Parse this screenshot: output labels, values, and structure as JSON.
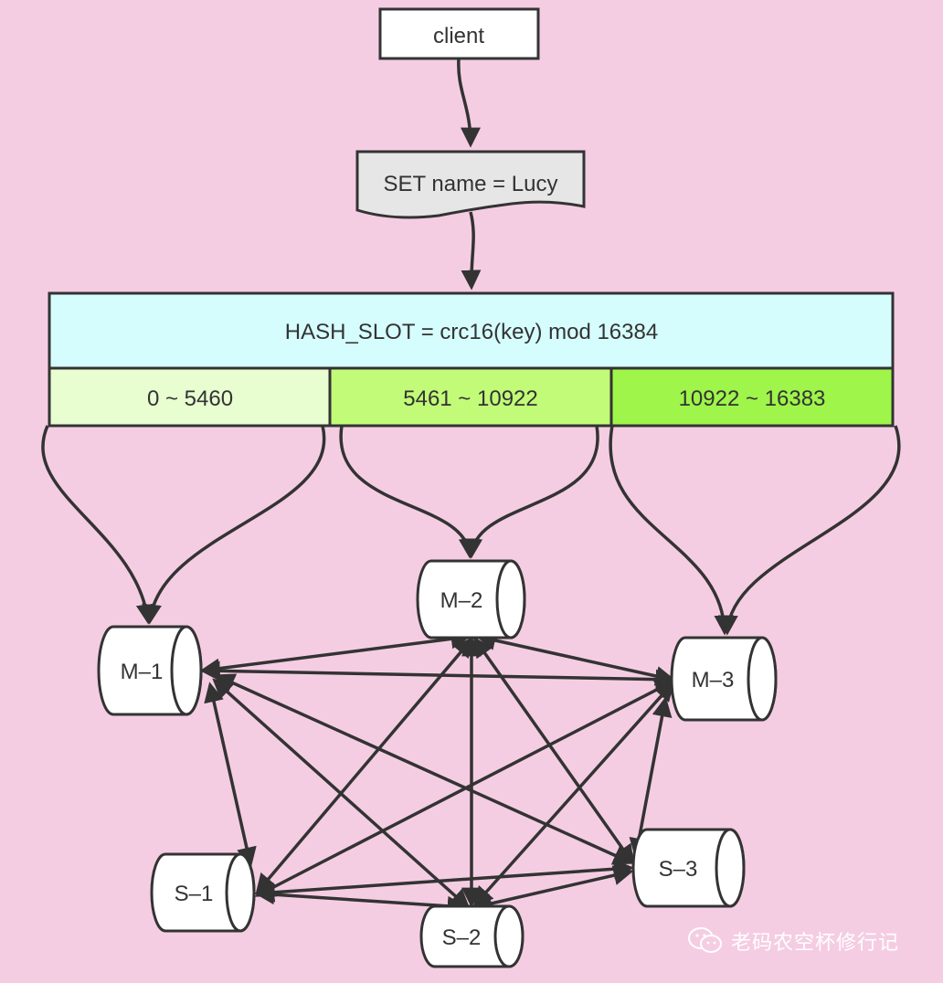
{
  "diagram": {
    "client_label": "client",
    "command_label": "SET name = Lucy",
    "hash_slot_label": "HASH_SLOT = crc16(key) mod 16384",
    "slot_ranges": [
      "0 ~ 5460",
      "5461 ~ 10922",
      "10922 ~ 16383"
    ],
    "nodes": {
      "m1": "M–1",
      "m2": "M–2",
      "m3": "M–3",
      "s1": "S–1",
      "s2": "S–2",
      "s3": "S–3"
    }
  },
  "watermark": {
    "text": "老码农空杯修行记",
    "icon": "wechat-icon"
  },
  "colors": {
    "background": "#f5cde3",
    "hash_box": "#d6fdfd",
    "range_1": "#e8fdd0",
    "range_2": "#c2fb78",
    "range_3": "#9ff54a",
    "command_box": "#e6e6e6",
    "line": "#333333"
  }
}
